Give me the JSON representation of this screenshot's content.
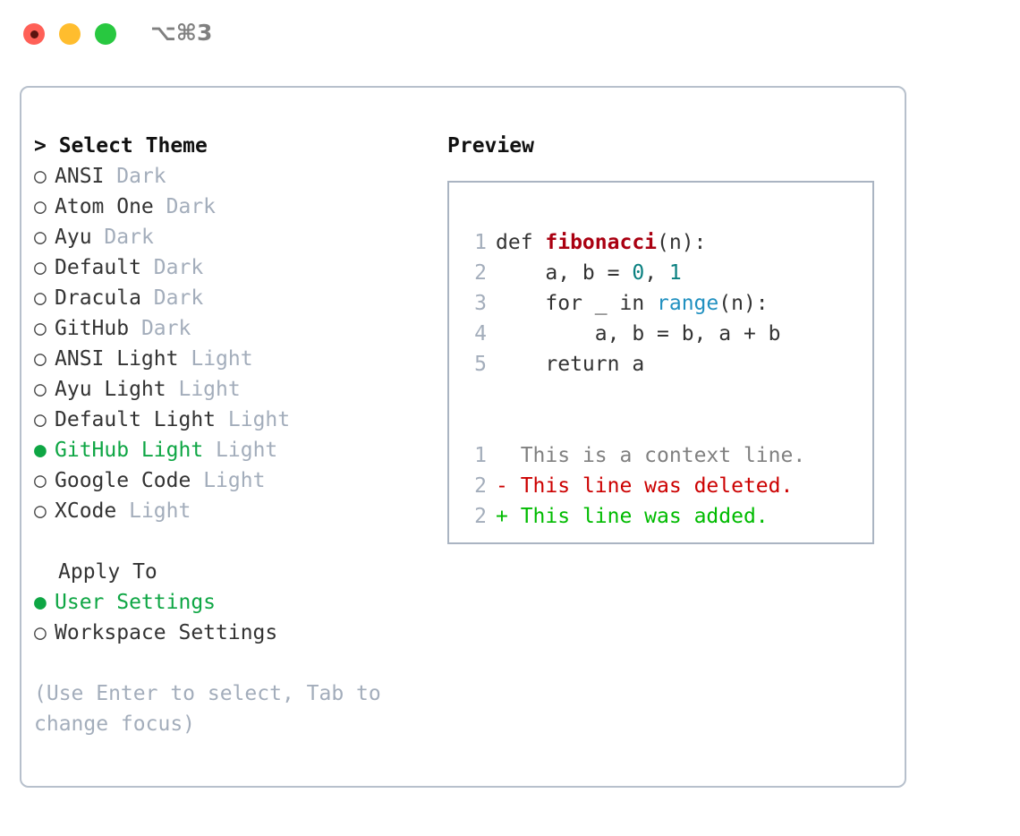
{
  "window": {
    "title_shortcut": "⌥⌘3",
    "traffic_lights": [
      {
        "name": "close",
        "color": "#ff6057"
      },
      {
        "name": "minimize",
        "color": "#ffbd2e"
      },
      {
        "name": "maximize",
        "color": "#28c840"
      }
    ]
  },
  "theme_picker": {
    "heading": "> Select Theme",
    "selected_bullet": "●",
    "unselected_bullet": "○",
    "items": [
      {
        "bullet": "○",
        "name": "ANSI",
        "tag": "Dark",
        "selected": false
      },
      {
        "bullet": "○",
        "name": "Atom One",
        "tag": "Dark",
        "selected": false
      },
      {
        "bullet": "○",
        "name": "Ayu",
        "tag": "Dark",
        "selected": false
      },
      {
        "bullet": "○",
        "name": "Default",
        "tag": "Dark",
        "selected": false
      },
      {
        "bullet": "○",
        "name": "Dracula",
        "tag": "Dark",
        "selected": false
      },
      {
        "bullet": "○",
        "name": "GitHub",
        "tag": "Dark",
        "selected": false
      },
      {
        "bullet": "○",
        "name": "ANSI Light",
        "tag": "Light",
        "selected": false
      },
      {
        "bullet": "○",
        "name": "Ayu Light",
        "tag": "Light",
        "selected": false
      },
      {
        "bullet": "○",
        "name": "Default Light",
        "tag": "Light",
        "selected": false
      },
      {
        "bullet": "●",
        "name": "GitHub Light",
        "tag": "Light",
        "selected": true
      },
      {
        "bullet": "○",
        "name": "Google Code",
        "tag": "Light",
        "selected": false
      },
      {
        "bullet": "○",
        "name": "XCode",
        "tag": "Light",
        "selected": false
      }
    ]
  },
  "apply_to": {
    "heading": "Apply To",
    "options": [
      {
        "bullet": "●",
        "label": "User Settings",
        "selected": true
      },
      {
        "bullet": "○",
        "label": "Workspace Settings",
        "selected": false
      }
    ]
  },
  "hint": "(Use Enter to select, Tab to change focus)",
  "preview": {
    "heading": "Preview",
    "code_lines": [
      {
        "number": "1",
        "tokens": [
          {
            "text": "def ",
            "type": "kw"
          },
          {
            "text": "fibonacci",
            "type": "fn"
          },
          {
            "text": "(n):",
            "type": "plain"
          }
        ]
      },
      {
        "number": "2",
        "tokens": [
          {
            "text": "    a, b = ",
            "type": "plain"
          },
          {
            "text": "0",
            "type": "num"
          },
          {
            "text": ", ",
            "type": "plain"
          },
          {
            "text": "1",
            "type": "num"
          }
        ]
      },
      {
        "number": "3",
        "tokens": [
          {
            "text": "    for _ in ",
            "type": "plain"
          },
          {
            "text": "range",
            "type": "call"
          },
          {
            "text": "(n):",
            "type": "plain"
          }
        ]
      },
      {
        "number": "4",
        "tokens": [
          {
            "text": "        a, b = b, a + b",
            "type": "plain"
          }
        ]
      },
      {
        "number": "5",
        "tokens": [
          {
            "text": "    return a",
            "type": "plain"
          }
        ]
      }
    ],
    "diff_lines": [
      {
        "number": "1",
        "marker": "  ",
        "text": "This is a context line.",
        "kind": "context"
      },
      {
        "number": "2",
        "marker": "- ",
        "text": "This line was deleted.",
        "kind": "deleted"
      },
      {
        "number": "2",
        "marker": "+ ",
        "text": "This line was added.",
        "kind": "added"
      }
    ]
  },
  "colors": {
    "accent_green": "#0ea644",
    "diff_added": "#00bb00",
    "diff_deleted": "#cc0000",
    "diff_context": "#808080",
    "muted": "#a3adbb",
    "function_name": "#aa0011",
    "number_literal": "#0a8080",
    "builtin_call": "#2090c0",
    "panel_border": "#b7c0cc"
  }
}
